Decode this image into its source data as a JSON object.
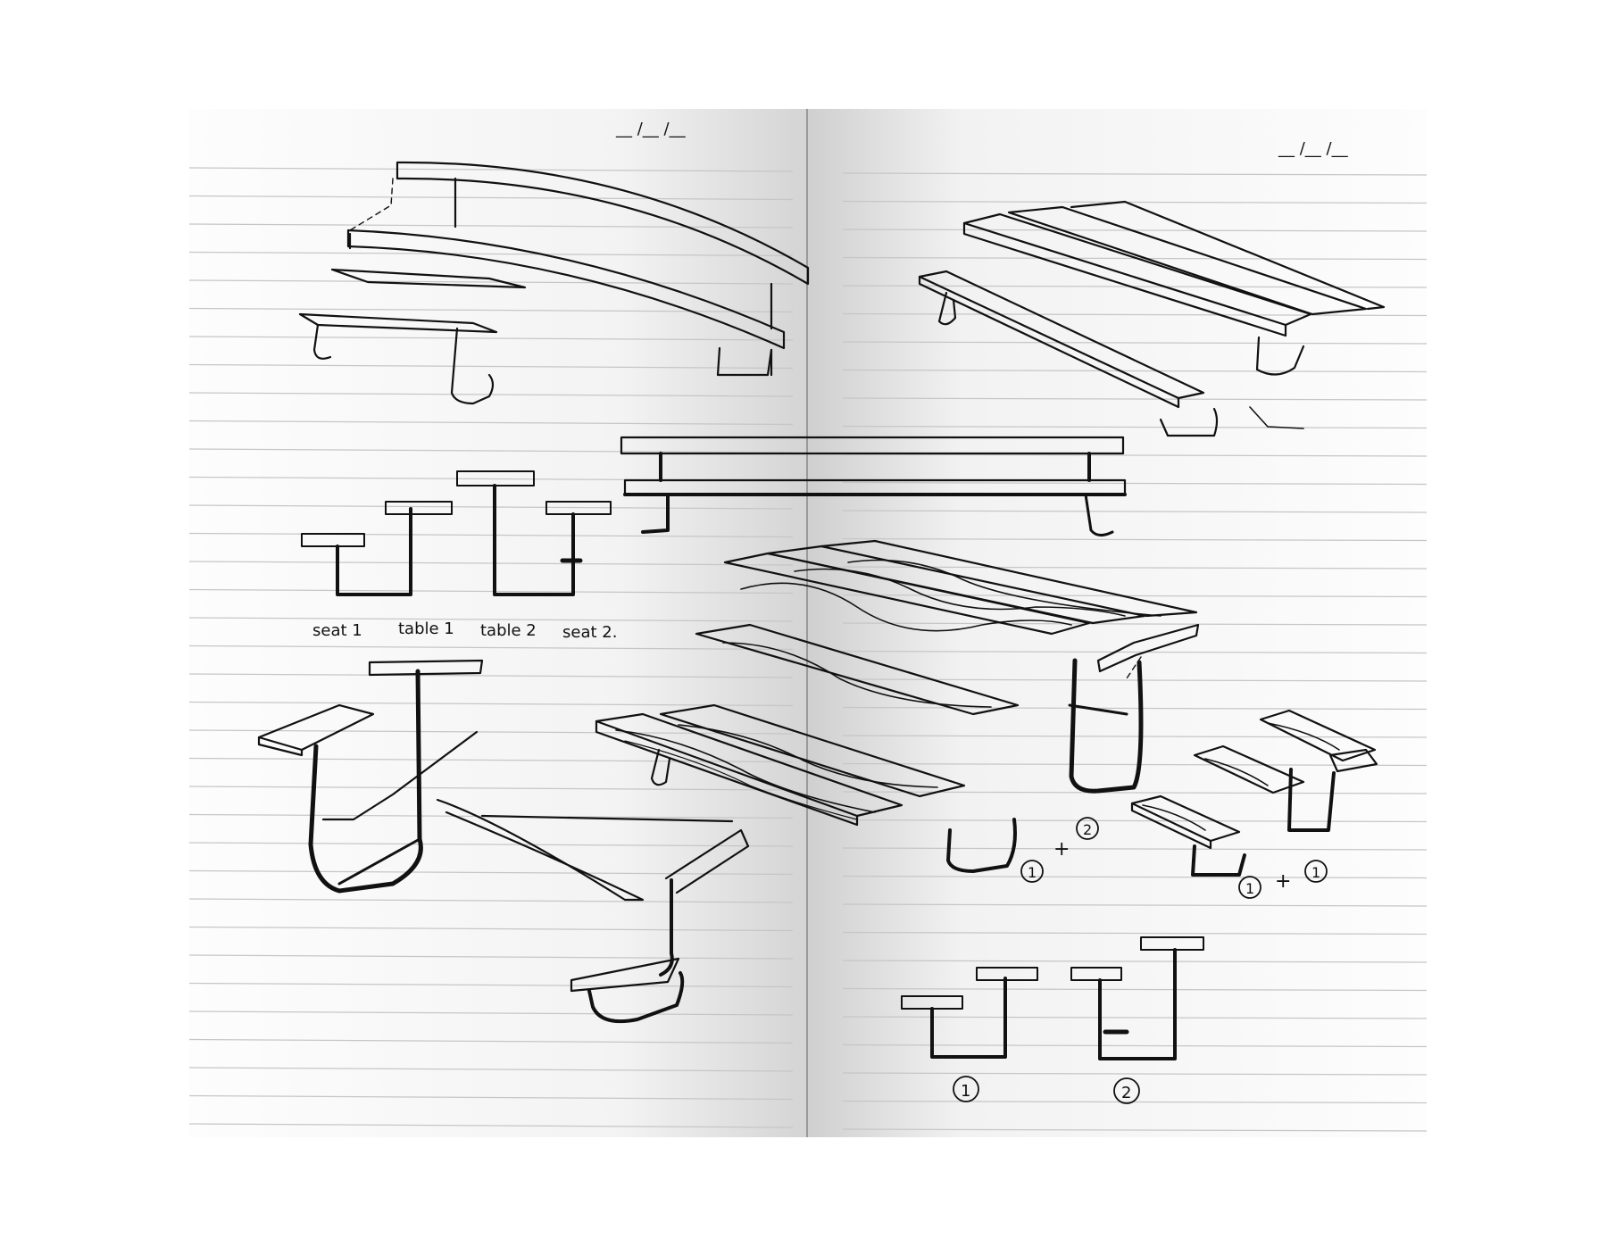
{
  "notebook": {
    "date_field_left": "__ /__ /__",
    "date_field_right": "__ /__ /__"
  },
  "profiles_left": {
    "labels": [
      "seat 1",
      "table 1",
      "table 2",
      "seat 2."
    ]
  },
  "combos": {
    "combo_a": {
      "first": "1",
      "plus": "+",
      "second": "2"
    },
    "combo_b": {
      "first": "1",
      "plus": "+",
      "second": "1"
    }
  },
  "profiles_right": {
    "labels": [
      "1",
      "2"
    ]
  },
  "colors": {
    "paper": "#fdfdfd",
    "ink": "#111111",
    "rule": "#c9c9c9",
    "spine_shadow": "#d9d9d9"
  }
}
